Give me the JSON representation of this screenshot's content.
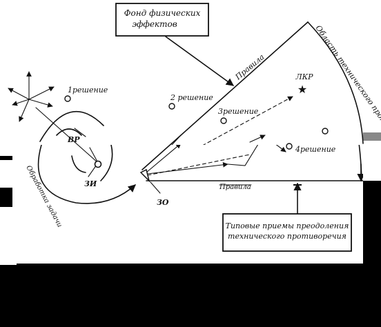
{
  "boxes": {
    "physical_effects": [
      "Фонд физических",
      "эффектов"
    ],
    "typical_methods": [
      "Типовые приемы преодоления",
      "технического противоречия"
    ]
  },
  "sector": {
    "upper_rule": "Правила",
    "lower_rule": "Правила",
    "arc_label": "Область технического противоречия"
  },
  "points": {
    "lkr": "ЛКР",
    "solution_1": "1решение",
    "solution_2": "2 решение",
    "solution_3": "3решение",
    "solution_4": "4решение",
    "zi": "ЗИ",
    "zo": "ЗО",
    "vr": "ВР"
  },
  "spiral_label": "Обработка задачи",
  "colors": {
    "background": "#ffffff",
    "ink": "#111111",
    "border": "#000000"
  }
}
